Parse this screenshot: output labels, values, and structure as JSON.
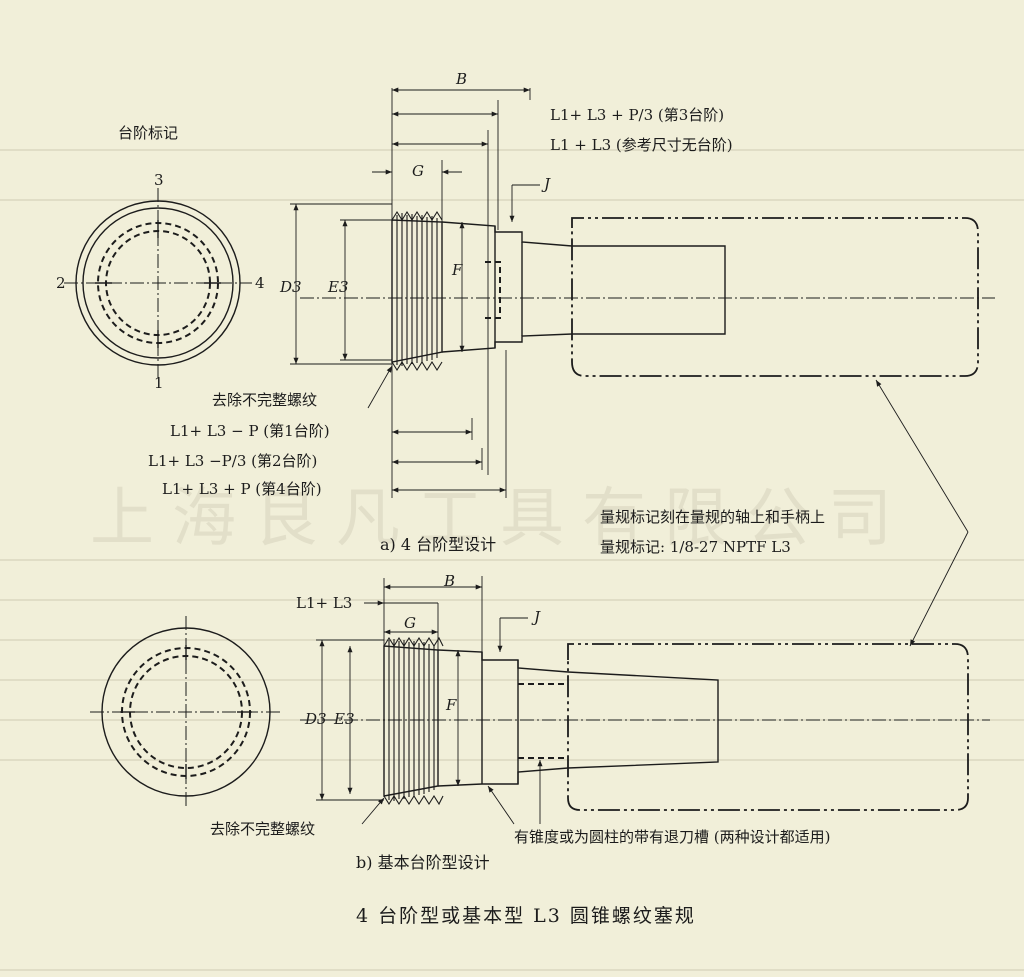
{
  "watermark": "上海良凡工具有限公司",
  "labels": {
    "step_mark": "台阶标记",
    "pos_1": "1",
    "pos_2": "2",
    "pos_3": "3",
    "pos_4": "4",
    "dim_B": "B",
    "dim_G": "G",
    "dim_J": "J",
    "dim_F": "F",
    "dim_D3": "D3",
    "dim_E3": "E3",
    "l_step3": "L1+ L3 + P/3 (第3台阶)",
    "l_ref": "L1 + L3 (参考尺寸无台阶)",
    "remove_incomplete_a": "去除不完整螺纹",
    "l_step1": "L1+ L3 − P (第1台阶)",
    "l_step2": "L1+ L3 −P/3 (第2台阶)",
    "l_step4": "L1+ L3 + P (第4台阶)",
    "marking_location": "量规标记刻在量规的轴上和手柄上",
    "marking_text": "量规标记: 1/8-27 NPTF L3",
    "caption_a": "a) 4 台阶型设计",
    "l_basic": "L1+ L3",
    "remove_incomplete_b": "去除不完整螺纹",
    "relief_groove": "有锥度或为圆柱的带有退刀槽 (两种设计都适用)",
    "caption_b": "b) 基本台阶型设计",
    "title": "4 台阶型或基本型 L3 圆锥螺纹塞规"
  },
  "icons": {
    "arrowhead": "arrowhead-icon"
  }
}
